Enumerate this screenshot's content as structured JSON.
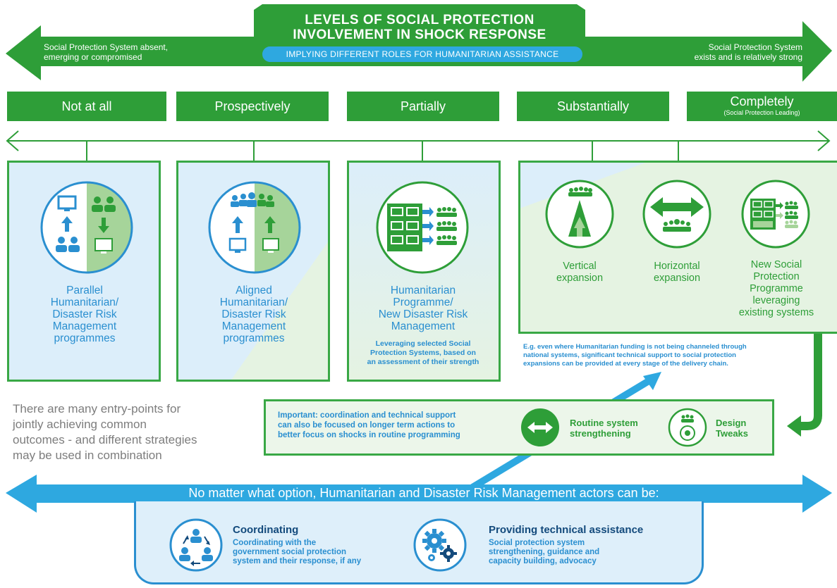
{
  "header": {
    "title_line1": "LEVELS OF SOCIAL PROTECTION",
    "title_line2": "INVOLVEMENT IN SHOCK RESPONSE",
    "subtitle": "IMPLYING DIFFERENT ROLES FOR HUMANITARIAN ASSISTANCE",
    "left_line1": "Social Protection System absent,",
    "left_line2": "emerging or compromised",
    "right_line1": "Social Protection System",
    "right_line2": "exists and is relatively strong"
  },
  "levels": [
    {
      "label": "Not at all"
    },
    {
      "label": "Prospectively"
    },
    {
      "label": "Partially"
    },
    {
      "label": "Substantially"
    },
    {
      "label": "Completely",
      "sub": "(Social Protection Leading)"
    }
  ],
  "panels": {
    "parallel": {
      "l1": "Parallel",
      "l2": "Humanitarian/",
      "l3": "Disaster Risk",
      "l4": "Management",
      "l5": "programmes"
    },
    "aligned": {
      "l1": "Aligned",
      "l2": "Humanitarian/",
      "l3": "Disaster Risk",
      "l4": "Management",
      "l5": "programmes"
    },
    "humanitarian": {
      "l1": "Humanitarian",
      "l2": "Programme/",
      "l3": "New Disaster Risk",
      "l4": "Management",
      "n1": "Leveraging selected Social",
      "n2": "Protection Systems, based on",
      "n3": "an assessment of their strength"
    },
    "vertical": {
      "l1": "Vertical",
      "l2": "expansion"
    },
    "horizontal": {
      "l1": "Horizontal",
      "l2": "expansion"
    },
    "newprog": {
      "l1": "New Social",
      "l2": "Protection",
      "l3": "Programme",
      "l4": "leveraging",
      "l5": "existing systems"
    }
  },
  "eg_note": {
    "l1": "E.g. even where Humanitarian funding is not being channeled through",
    "l2": "national systems, significant technical support to social protection",
    "l3": "expansions can be provided at every stage of the delivery chain."
  },
  "entry_points": {
    "l1": "There are many entry-points for",
    "l2": "jointly achieving common",
    "l3": "outcomes - and different strategies",
    "l4": "may be used in combination"
  },
  "important": {
    "l1": "Important: coordination and technical support",
    "l2": "can also be focused on longer term actions to",
    "l3": "better focus on shocks in routine programming",
    "routine_l1": "Routine system",
    "routine_l2": "strengthening",
    "design_l1": "Design",
    "design_l2": "Tweaks"
  },
  "bottom": {
    "banner": "No matter what option, Humanitarian and Disaster Risk Management actors can be:",
    "coord_title": "Coordinating",
    "coord_l1": "Coordinating with the",
    "coord_l2": "government social protection",
    "coord_l3": "system and their response, if any",
    "tech_title": "Providing technical assistance",
    "tech_l1": "Social protection system",
    "tech_l2": "strengthening, guidance and",
    "tech_l3": "capacity building, advocacy"
  },
  "colors": {
    "green": "#2e9e38",
    "blue": "#2a8fd0",
    "light_blue": "#dceefa",
    "light_green": "#e5f3e2"
  }
}
